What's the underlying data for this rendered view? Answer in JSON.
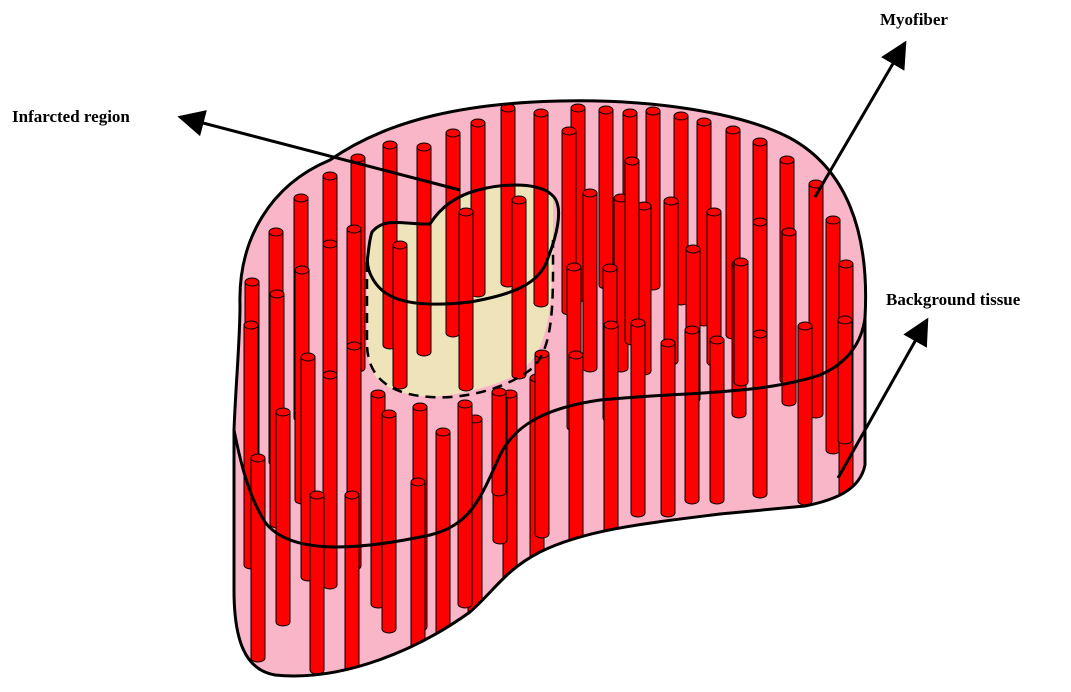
{
  "labels": {
    "infarcted_region": "Infarcted region",
    "myofiber": "Myofiber",
    "background_tissue": "Background tissue"
  },
  "colors": {
    "background_tissue": "#F8B6C8",
    "myofiber": "#FF0000",
    "infarcted_region": "#EFE3B9",
    "outline": "#000000"
  }
}
